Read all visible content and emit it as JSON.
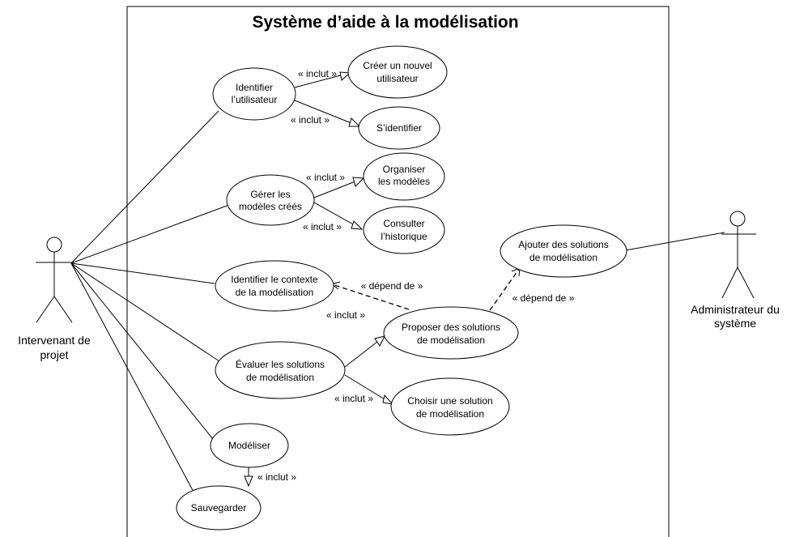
{
  "system": {
    "title": "Système d’aide à la modélisation"
  },
  "actors": {
    "intervenant": {
      "lines": [
        "Intervenant de",
        "projet"
      ]
    },
    "admin": {
      "lines": [
        "Administrateur du",
        "système"
      ]
    }
  },
  "use_cases": {
    "identifier_utilisateur": [
      "Identifier",
      "l’utilisateur"
    ],
    "creer_utilisateur": [
      "Créer un nouvel",
      "utilisateur"
    ],
    "s_identifier": [
      "S’identifier"
    ],
    "gerer_modeles": [
      "Gérer les",
      "modèles créés"
    ],
    "organiser_modeles": [
      "Organiser",
      "les modèles"
    ],
    "consulter_historique": [
      "Consulter",
      "l’historique"
    ],
    "identifier_contexte": [
      "Identifier le contexte",
      "de la modélisation"
    ],
    "ajouter_solutions": [
      "Ajouter des solutions",
      "de modélisation"
    ],
    "proposer_solutions": [
      "Proposer des solutions",
      "de modélisation"
    ],
    "evaluer_solutions": [
      "Évaluer les solutions",
      "de modélisation"
    ],
    "choisir_solution": [
      "Choisir une solution",
      "de modélisation"
    ],
    "modeliser": [
      "Modéliser"
    ],
    "sauvegarder": [
      "Sauvegarder"
    ]
  },
  "relations": {
    "inclut": "« inclut »",
    "depend": "« dépend de »"
  }
}
